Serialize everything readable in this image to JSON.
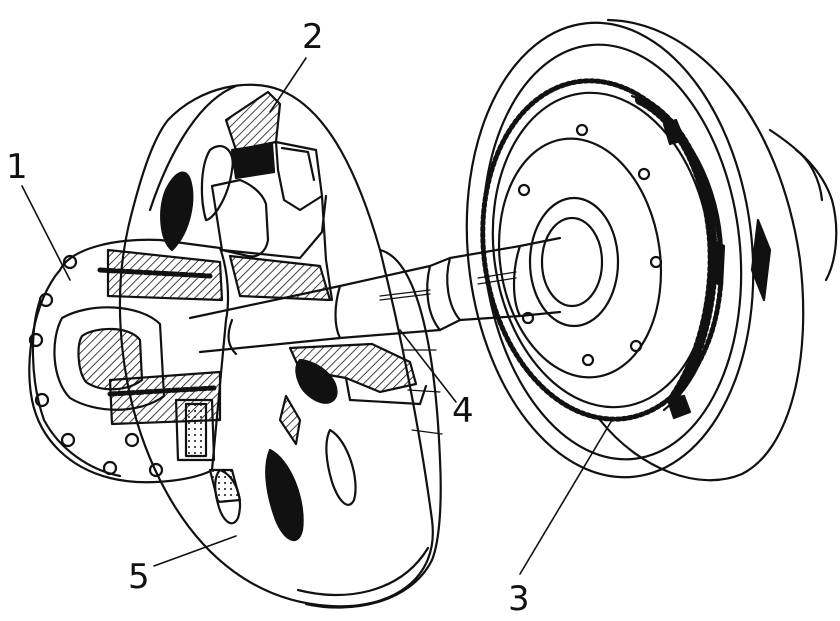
{
  "diagram": {
    "callouts": [
      {
        "id": "1",
        "label": "1"
      },
      {
        "id": "2",
        "label": "2"
      },
      {
        "id": "3",
        "label": "3"
      },
      {
        "id": "4",
        "label": "4"
      },
      {
        "id": "5",
        "label": "5"
      }
    ]
  },
  "colors": {
    "ink": "#111111",
    "paper": "#ffffff"
  }
}
